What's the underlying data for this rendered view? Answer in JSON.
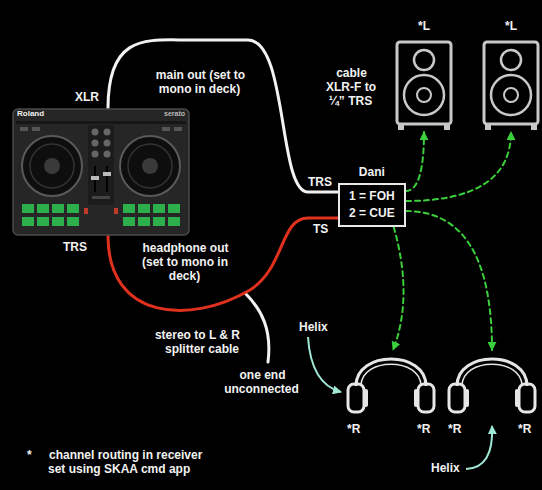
{
  "diagram": {
    "nodes": [
      {
        "text": [
          "Roland",
          "serato"
        ]
      },
      {
        "text": [
          "*L"
        ]
      },
      {
        "text": [
          "*L"
        ]
      },
      {
        "text": [
          "Dani",
          "1 = FOH",
          "2 = CUE"
        ]
      },
      {
        "text": [
          "*R",
          "*R"
        ]
      },
      {
        "text": [
          "*R",
          "*R"
        ]
      }
    ],
    "edges": [
      {
        "from": 0,
        "to": 3,
        "arrow": "none",
        "label": "main out (set to mono in deck)"
      },
      {
        "from": 0,
        "to": 3,
        "arrow": "none",
        "label": "headphone out (set to mono in deck)"
      },
      {
        "from": 3,
        "to": 1,
        "arrow": "to"
      },
      {
        "from": 3,
        "to": 2,
        "arrow": "to"
      },
      {
        "from": 3,
        "to": 4,
        "arrow": "to"
      },
      {
        "from": 3,
        "to": 5,
        "arrow": "to"
      }
    ],
    "labels": [
      "XLR",
      "TRS",
      "cable XLR-F to ¼” TRS",
      "TRS",
      "TS",
      "stereo to L & R splitter cable",
      "one end unconnected",
      "Helix",
      "Helix",
      "*",
      "channel routing in receiver set using SKAA cmd app"
    ]
  }
}
